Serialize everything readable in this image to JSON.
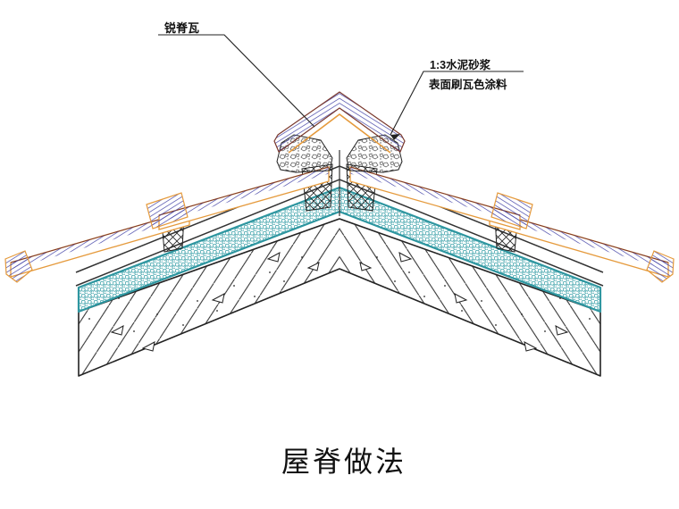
{
  "diagram": {
    "title": "屋脊做法",
    "callouts": [
      {
        "text": "锐脊瓦"
      },
      {
        "text": "1:3水泥砂浆"
      },
      {
        "text": "表面刷瓦色涂料"
      }
    ],
    "colors": {
      "tile_hatch": "#4545a8",
      "tile_outline": "#e59a3c",
      "cap_edge": "#7a382c",
      "insulation": "#2e96a0",
      "linework": "#222222",
      "background": "#ffffff"
    }
  }
}
